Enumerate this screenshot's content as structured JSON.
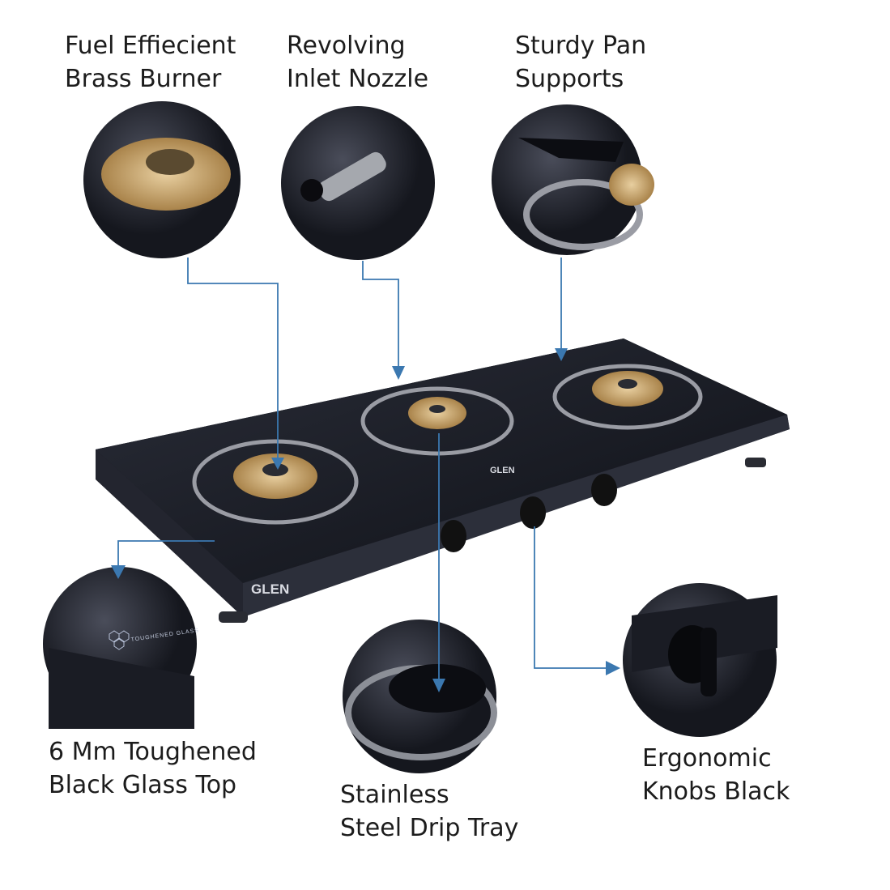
{
  "features": [
    {
      "id": "burner",
      "lines": [
        "Fuel Effiecient",
        "Brass Burner"
      ]
    },
    {
      "id": "nozzle",
      "lines": [
        "Revolving",
        "Inlet Nozzle"
      ]
    },
    {
      "id": "pan-supports",
      "lines": [
        "Sturdy Pan",
        "Supports"
      ]
    },
    {
      "id": "glass-top",
      "lines": [
        "6 Mm Toughened",
        "Black Glass Top"
      ]
    },
    {
      "id": "drip-tray",
      "lines": [
        "Stainless",
        "Steel Drip Tray"
      ]
    },
    {
      "id": "knobs",
      "lines": [
        "Ergonomic",
        "Knobs Black"
      ]
    }
  ],
  "product": {
    "brand": "GLEN",
    "glass_badge": "TOUGHENED GLASS"
  },
  "colors": {
    "arrow": "#3b78b0",
    "glass": "#16181f",
    "brass": "#c9a56a"
  }
}
